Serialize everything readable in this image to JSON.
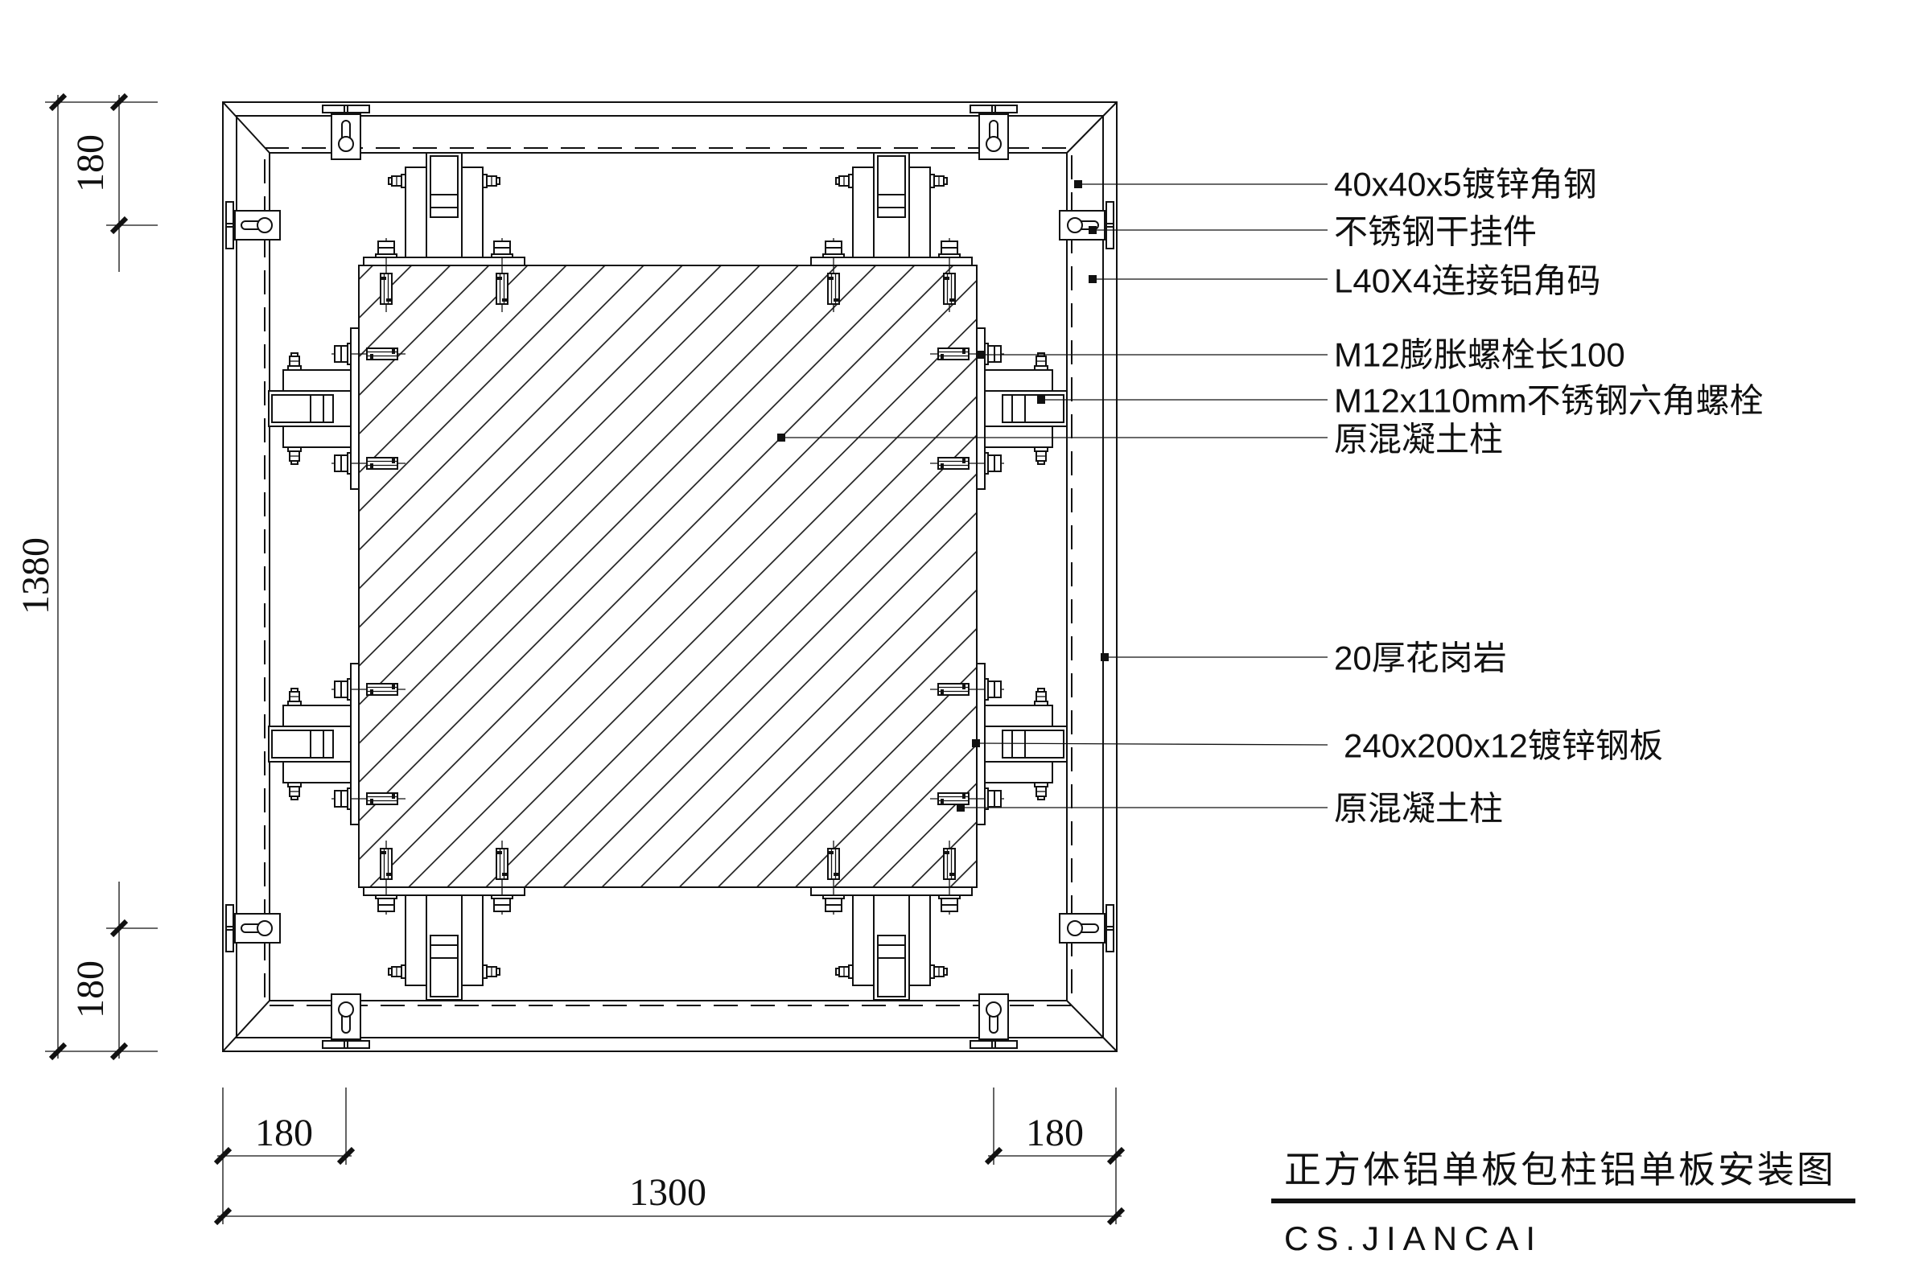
{
  "colors": {
    "line": "#111111",
    "background": "#ffffff"
  },
  "callouts": [
    "40x40x5镀锌角钢",
    "不锈钢干挂件",
    "L40X4连接铝角码",
    "M12膨胀螺栓长100",
    "M12x110mm不锈钢六角螺栓",
    "原混凝土柱",
    "20厚花岗岩",
    "240x200x12镀锌钢板",
    "原混凝土柱"
  ],
  "dimensions": {
    "left_upper_segment": "180",
    "left_total": "1380",
    "left_lower_segment": "180",
    "bottom_left_segment": "180",
    "bottom_total": "1300",
    "bottom_right_segment": "180"
  },
  "title_block": {
    "title": "正方体铝单板包柱铝单板安装图",
    "subtitle": "CS.JIANCAI"
  }
}
